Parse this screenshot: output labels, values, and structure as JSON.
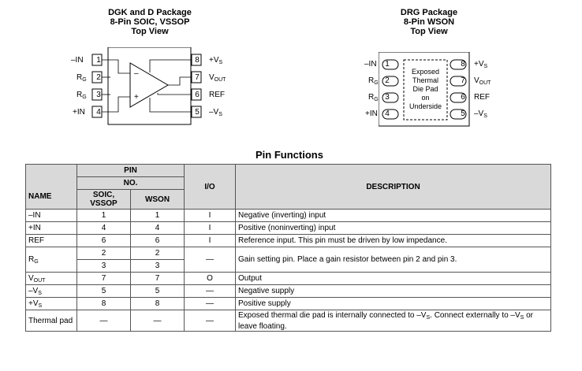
{
  "left_pkg": {
    "title1": "DGK and D Package",
    "title2": "8-Pin SOIC, VSSOP",
    "title3": "Top View",
    "left_pins": [
      {
        "name": "–IN",
        "num": "1"
      },
      {
        "name": "RG",
        "num": "2"
      },
      {
        "name": "RG",
        "num": "3"
      },
      {
        "name": "+IN",
        "num": "4"
      }
    ],
    "right_pins": [
      {
        "num": "8",
        "name": "+VS"
      },
      {
        "num": "7",
        "name": "VOUT"
      },
      {
        "num": "6",
        "name": "REF"
      },
      {
        "num": "5",
        "name": "–VS"
      }
    ],
    "amp_minus": "–",
    "amp_plus": "+"
  },
  "right_pkg": {
    "title1": "DRG Package",
    "title2": "8-Pin WSON",
    "title3": "Top View",
    "pad_text": [
      "Exposed",
      "Thermal",
      "Die Pad",
      "on",
      "Underside"
    ]
  },
  "table_title": "Pin Functions",
  "table": {
    "h_pin": "PIN",
    "h_name": "NAME",
    "h_no": "NO.",
    "h_soic": "SOIC, VSSOP",
    "h_wson": "WSON",
    "h_io": "I/O",
    "h_desc": "DESCRIPTION",
    "rows": [
      {
        "name": "–IN",
        "soic": "1",
        "wson": "1",
        "io": "I",
        "desc": "Negative (inverting) input"
      },
      {
        "name": "+IN",
        "soic": "4",
        "wson": "4",
        "io": "I",
        "desc": "Positive (noninverting) input"
      },
      {
        "name": "REF",
        "soic": "6",
        "wson": "6",
        "io": "I",
        "desc": "Reference input. This pin must be driven by low impedance."
      },
      {
        "name": "RG",
        "soic": "2",
        "wson": "2",
        "soic2": "3",
        "wson2": "3",
        "io": "—",
        "desc": "Gain setting pin. Place a gain resistor between pin 2 and pin 3."
      },
      {
        "name": "VOUT",
        "soic": "7",
        "wson": "7",
        "io": "O",
        "desc": "Output"
      },
      {
        "name": "–VS",
        "soic": "5",
        "wson": "5",
        "io": "—",
        "desc": "Negative supply"
      },
      {
        "name": "+VS",
        "soic": "8",
        "wson": "8",
        "io": "—",
        "desc": "Positive supply"
      },
      {
        "name": "Thermal pad",
        "soic": "—",
        "wson": "—",
        "io": "—",
        "desc": "Exposed thermal die pad is internally connected to –VS. Connect externally to –VS or leave floating."
      }
    ]
  }
}
